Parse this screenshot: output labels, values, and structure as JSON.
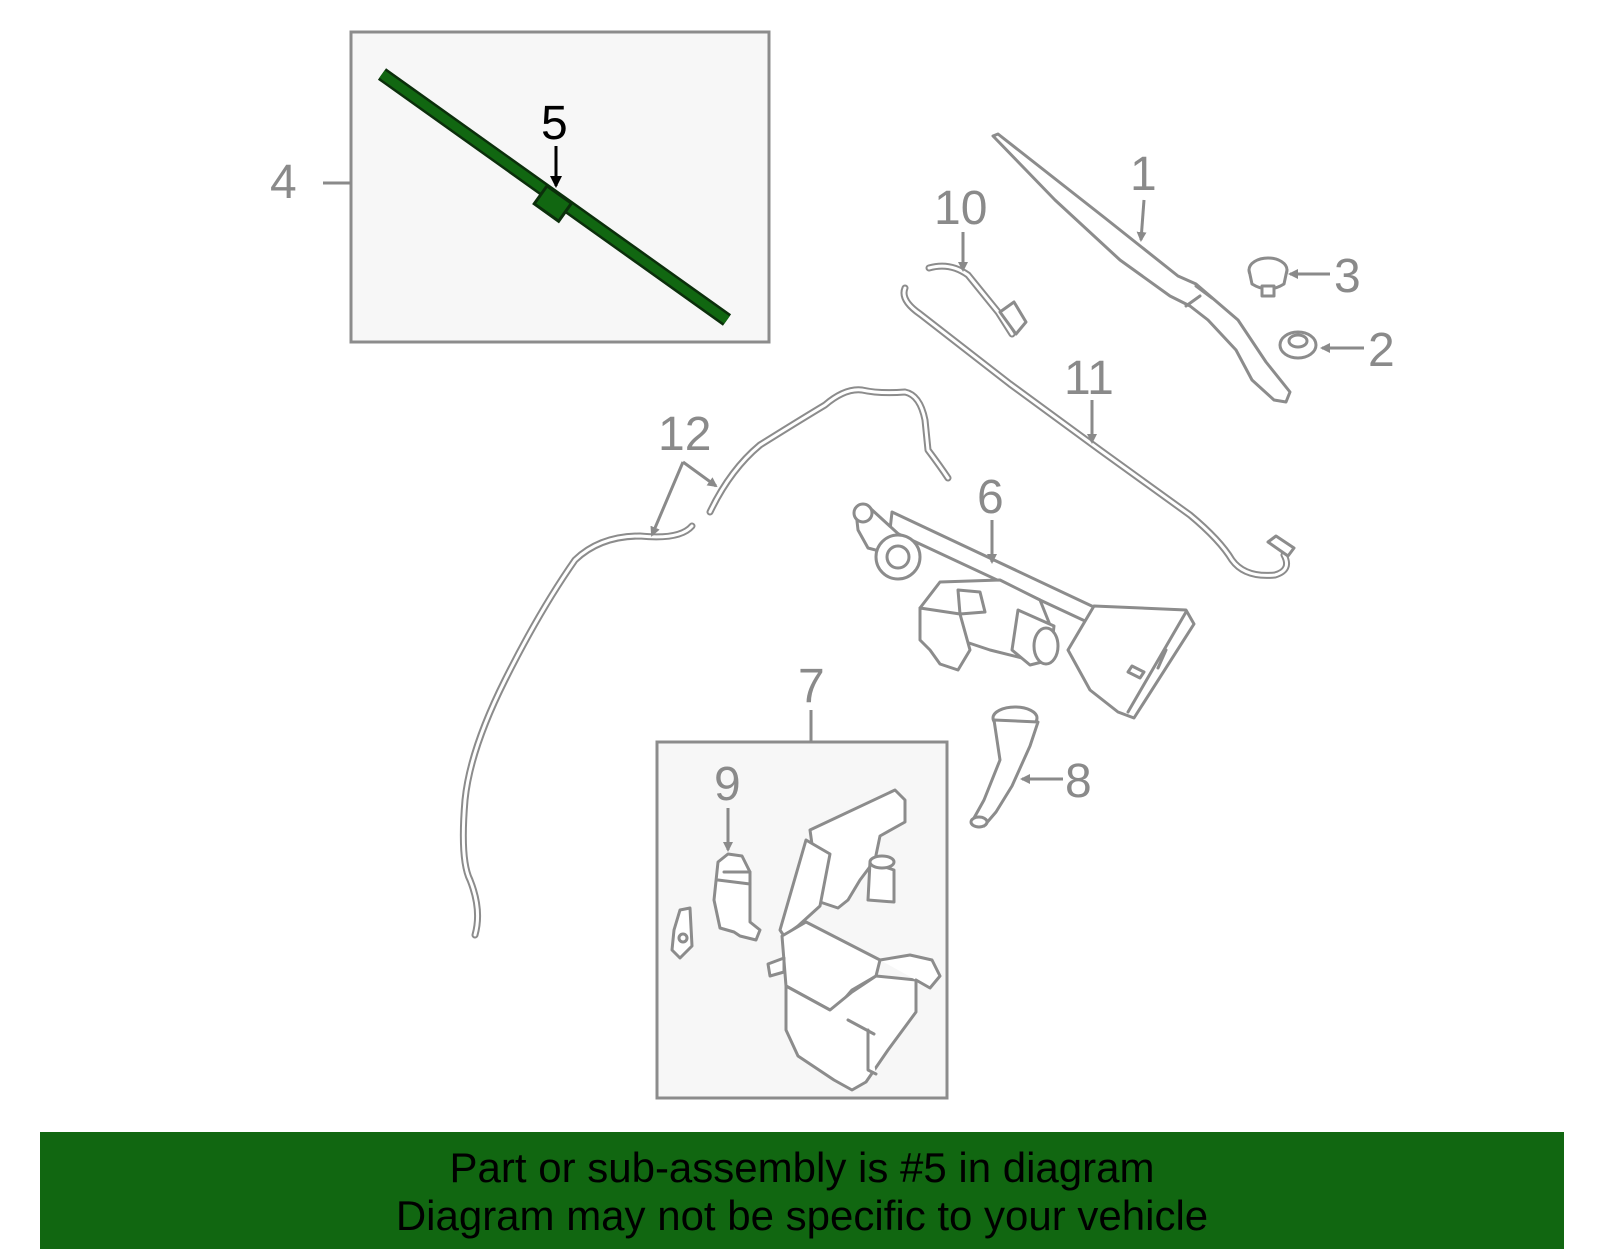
{
  "diagram": {
    "callouts": {
      "c1": "1",
      "c2": "2",
      "c3": "3",
      "c4": "4",
      "c5": "5",
      "c6": "6",
      "c7": "7",
      "c8": "8",
      "c9": "9",
      "c10": "10",
      "c11": "11",
      "c12": "12"
    },
    "highlighted_part": "5",
    "highlight_color": "#116711",
    "line_color": "#8c8c8c"
  },
  "banner": {
    "line1": "Part or sub-assembly is #5 in diagram",
    "line2": "Diagram may not be specific to your vehicle",
    "background": "#116711"
  }
}
